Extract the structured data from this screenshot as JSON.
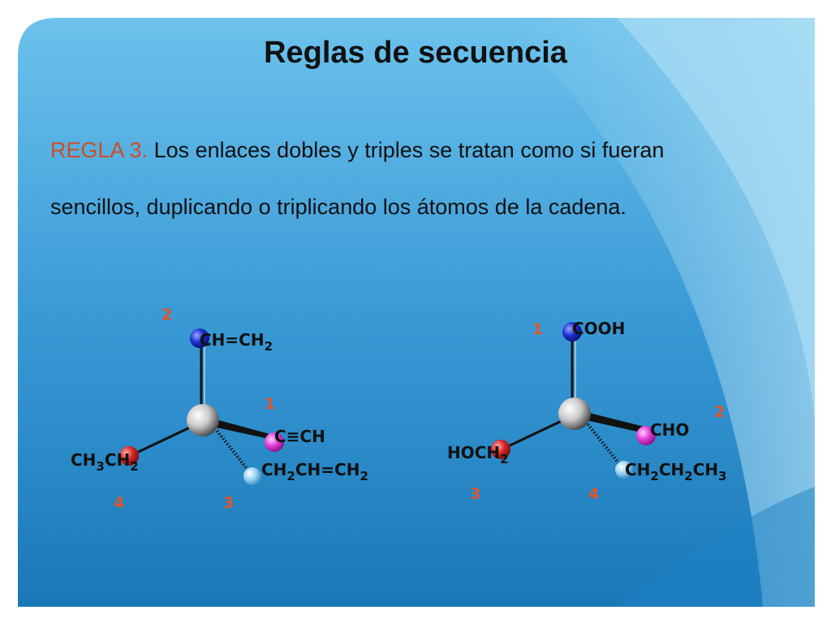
{
  "slide": {
    "title": "Reglas de secuencia",
    "rule_label": "REGLA 3.",
    "rule_line1": " Los enlaces dobles y triples se tratan como si fueran",
    "rule_line2": "sencillos, duplicando o triplicando los átomos de la cadena."
  },
  "molecule_left": {
    "top_group": "CH=CH",
    "top_sub": "2",
    "top_rank": "2",
    "right_group": "C≡CH",
    "right_rank": "1",
    "bottom_group_a": "CH",
    "bottom_sub_a": "2",
    "bottom_group_b": "CH=CH",
    "bottom_sub_b": "2",
    "bottom_rank": "3",
    "left_group_a": "CH",
    "left_sub_a": "3",
    "left_group_b": "CH",
    "left_sub_b": "2",
    "left_rank": "4"
  },
  "molecule_right": {
    "top_group": "COOH",
    "top_rank": "1",
    "right_group": "CHO",
    "right_rank": "2",
    "left_group": "HOCH",
    "left_sub": "2",
    "left_rank": "3",
    "bottom_group_a": "CH",
    "bottom_sub_a": "2",
    "bottom_group_b": "CH",
    "bottom_sub_b": "2",
    "bottom_group_c": "CH",
    "bottom_sub_c": "3",
    "bottom_rank": "4"
  },
  "colors": {
    "background_dark": "#1a78b8",
    "background_light": "#8fd0f0",
    "rank_color": "#e2542a",
    "atom_blue": "#1f2fd0",
    "atom_magenta": "#e040d8",
    "atom_red": "#d82828",
    "atom_lightblue": "#9ad4f4",
    "atom_gray": "#c9c9c9"
  }
}
